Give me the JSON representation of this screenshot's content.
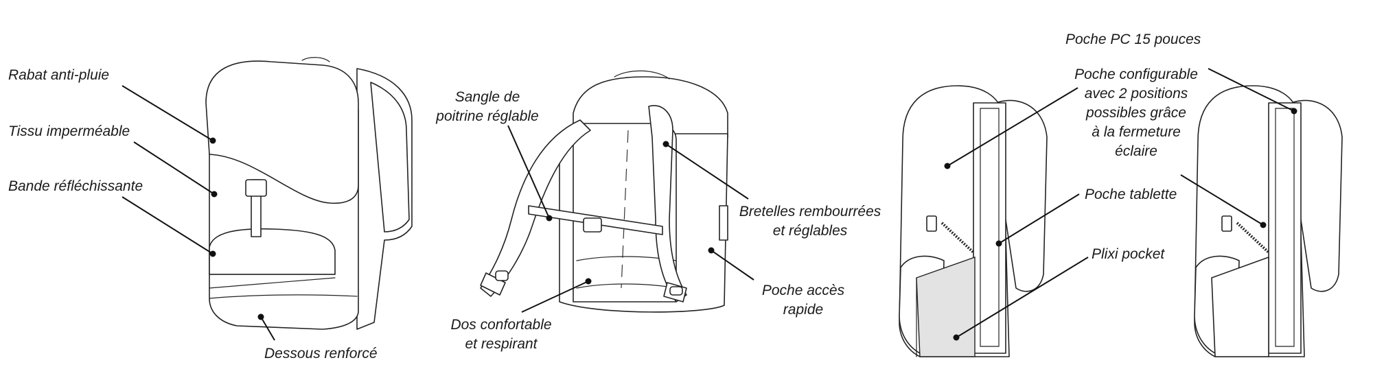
{
  "colors": {
    "line": "#111111",
    "fill": "#ffffff",
    "panel": "#e3e3e3"
  },
  "labels": {
    "rabat": "Rabat anti-pluie",
    "tissu": "Tissu imperméable",
    "bande": "Bande réfléchissante",
    "dessous": "Dessous renforcé",
    "sangle_1": "Sangle de",
    "sangle_2": "poitrine réglable",
    "dos_1": "Dos confortable",
    "dos_2": "et respirant",
    "bretelles_1": "Bretelles rembourrées",
    "bretelles_2": "et réglables",
    "poche_acces_1": "Poche accès",
    "poche_acces_2": "rapide",
    "poche_pc": "Poche PC 15 pouces",
    "config_1": "Poche configurable",
    "config_2": "avec 2 positions",
    "config_3": "possibles grâce",
    "config_4": "à la fermeture",
    "config_5": "éclaire",
    "tablette": "Poche tablette",
    "plixi": "Plixi pocket"
  }
}
